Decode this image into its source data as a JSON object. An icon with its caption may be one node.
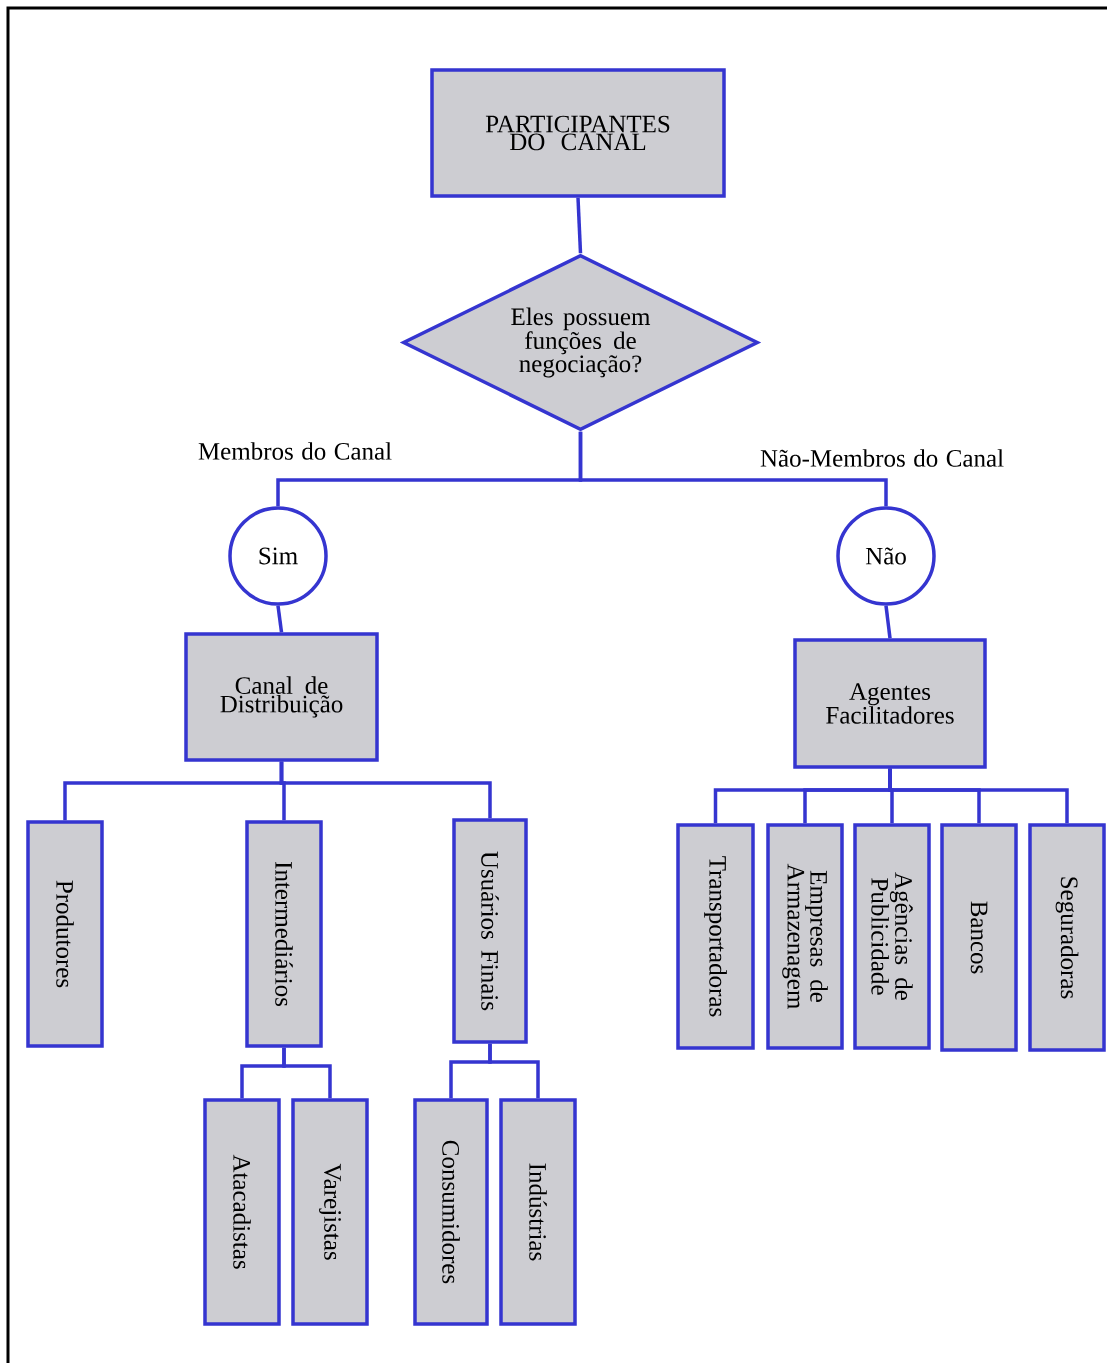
{
  "diagram": {
    "nodes": [
      {
        "text": [
          "PARTICIPANTES DO CANAL"
        ]
      },
      {
        "text": [
          "Eles possuem funções de negociação?"
        ]
      },
      {
        "text": [
          "Sim"
        ]
      },
      {
        "text": [
          "Não"
        ]
      },
      {
        "text": [
          "Canal de Distribuição"
        ]
      },
      {
        "text": [
          "Agentes Facilitadores"
        ]
      },
      {
        "text": [
          "Produtores"
        ]
      },
      {
        "text": [
          "Intermediários"
        ]
      },
      {
        "text": [
          "Usuários Finais"
        ]
      },
      {
        "text": [
          "Atacadistas"
        ]
      },
      {
        "text": [
          "Varejistas"
        ]
      },
      {
        "text": [
          "Consumidores"
        ]
      },
      {
        "text": [
          "Indústrias"
        ]
      },
      {
        "text": [
          "Transportadoras"
        ]
      },
      {
        "text": [
          "Empresas de Armazenagem"
        ]
      },
      {
        "text": [
          "Agências de Publicidade"
        ]
      },
      {
        "text": [
          "Bancos"
        ]
      },
      {
        "text": [
          "Seguradoras"
        ]
      }
    ],
    "edges": [
      {
        "from": 0,
        "to": 1,
        "arrow": "none"
      },
      {
        "from": 1,
        "to": 2,
        "arrow": "none"
      },
      {
        "from": 1,
        "to": 3,
        "arrow": "none"
      },
      {
        "from": 2,
        "to": 4,
        "arrow": "none"
      },
      {
        "from": 3,
        "to": 5,
        "arrow": "none"
      },
      {
        "from": 4,
        "to": 6,
        "arrow": "none"
      },
      {
        "from": 4,
        "to": 7,
        "arrow": "none"
      },
      {
        "from": 4,
        "to": 8,
        "arrow": "none"
      },
      {
        "from": 7,
        "to": 9,
        "arrow": "none"
      },
      {
        "from": 7,
        "to": 10,
        "arrow": "none"
      },
      {
        "from": 8,
        "to": 11,
        "arrow": "none"
      },
      {
        "from": 8,
        "to": 12,
        "arrow": "none"
      },
      {
        "from": 5,
        "to": 13,
        "arrow": "none"
      },
      {
        "from": 5,
        "to": 14,
        "arrow": "none"
      },
      {
        "from": 5,
        "to": 15,
        "arrow": "none"
      },
      {
        "from": 5,
        "to": 16,
        "arrow": "none"
      },
      {
        "from": 5,
        "to": 17,
        "arrow": "none"
      }
    ],
    "labels": [
      "Membros do Canal",
      "Não-Membros do Canal"
    ]
  }
}
